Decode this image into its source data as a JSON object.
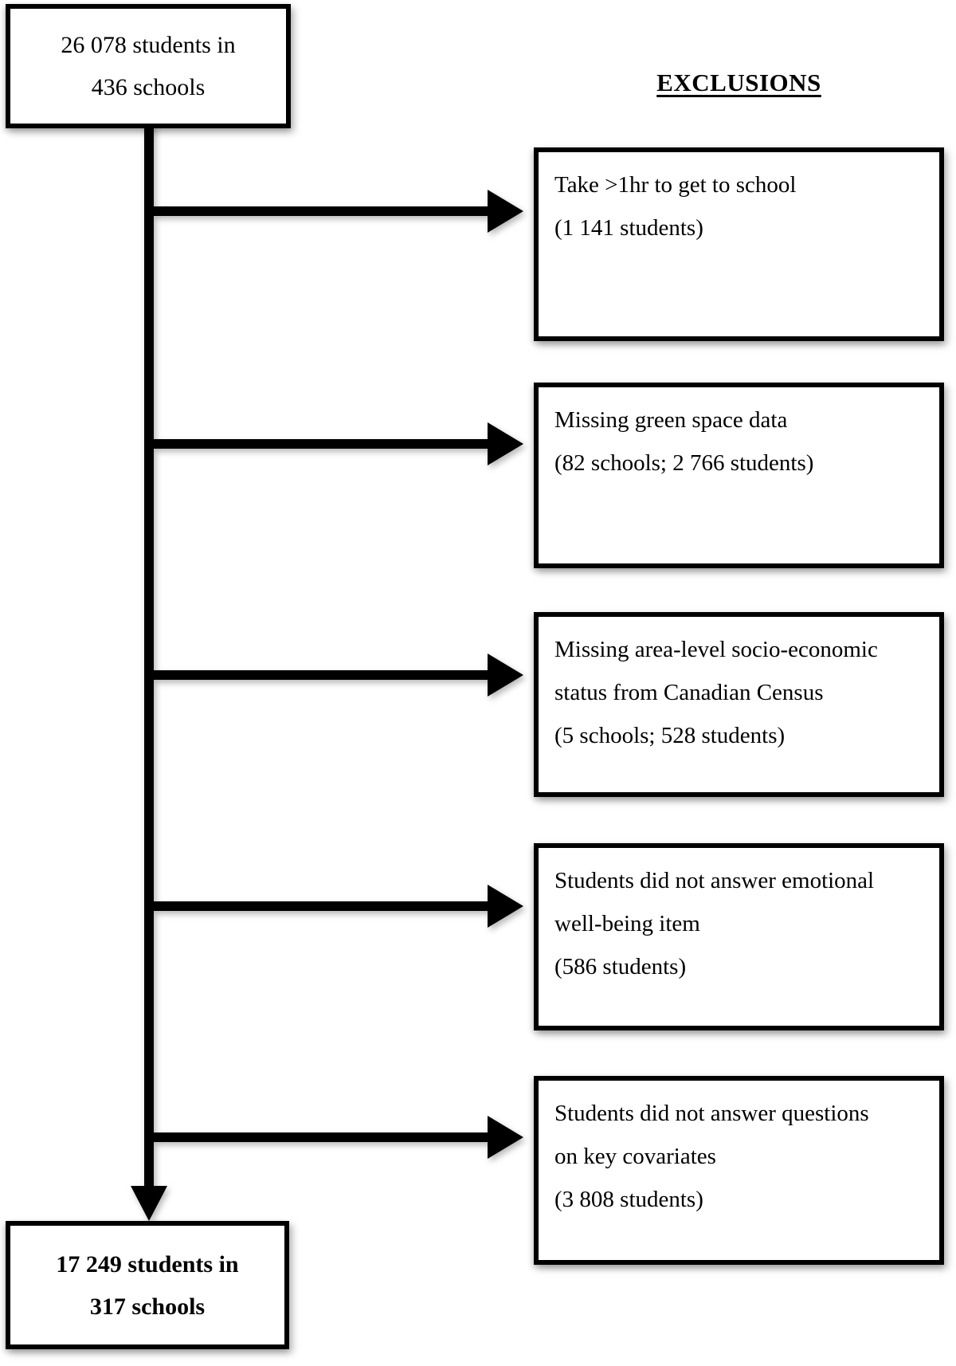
{
  "start_box": {
    "line1": "26 078 students in",
    "line2": "436 schools"
  },
  "exclusions_header": "EXCLUSIONS",
  "exclusion_boxes": [
    {
      "lines": [
        "Take >1hr to get to school",
        "(1 141 students)"
      ]
    },
    {
      "lines": [
        "Missing green space data",
        "(82 schools; 2 766 students)"
      ]
    },
    {
      "lines": [
        "Missing area-level socio-economic",
        "status from Canadian Census",
        "(5 schools; 528 students)"
      ]
    },
    {
      "lines": [
        "Students did not answer emotional",
        "well-being item",
        "(586 students)"
      ]
    },
    {
      "lines": [
        "Students did not answer questions",
        "on key covariates",
        "(3 808 students)"
      ]
    }
  ],
  "end_box": {
    "line1": "17 249 students in",
    "line2": "317 schools"
  },
  "colors": {
    "line": "#000000",
    "text": "#000000",
    "box_background": "#ffffff",
    "page_background": "#ffffff"
  }
}
